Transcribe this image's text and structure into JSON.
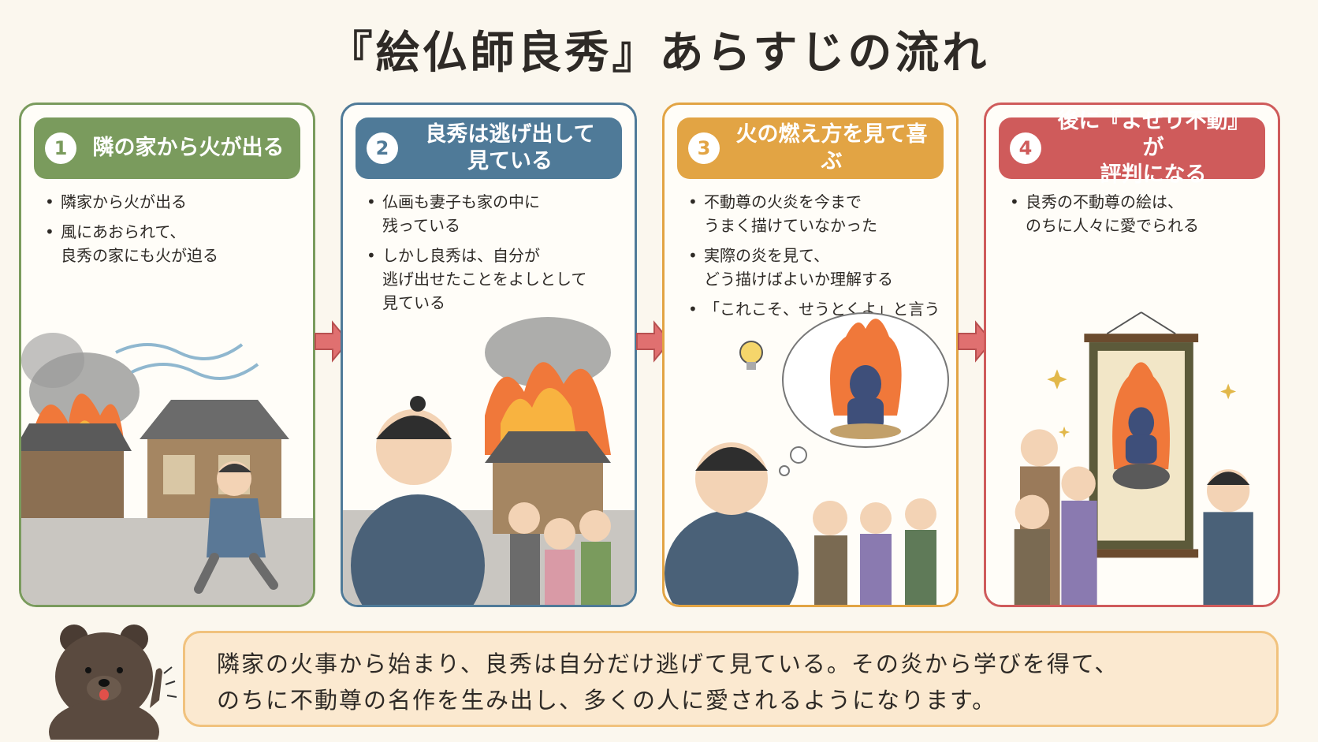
{
  "title": "『絵仏師良秀』あらすじの流れ",
  "colors": {
    "panel1": "#7a9b5d",
    "panel2": "#4f7a98",
    "panel3": "#e2a444",
    "panel4": "#cf5b5b",
    "arrow": "#e07070",
    "summary_bg": "#fbe9d0",
    "summary_border": "#f1c27d"
  },
  "panels": [
    {
      "number": "1",
      "heading": "隣の家から火が出る",
      "bullets": [
        "隣家から火が出る",
        "風にあおられて、\n良秀の家にも火が迫る"
      ],
      "illustration": "burning-house-running-man"
    },
    {
      "number": "2",
      "heading": "良秀は逃げ出して\n見ている",
      "bullets": [
        "仏画も妻子も家の中に\n残っている",
        "しかし良秀は、自分が\n逃げ出せたことをよしとして\n見ている"
      ],
      "illustration": "man-watching-fire-with-family"
    },
    {
      "number": "3",
      "heading": "火の燃え方を見て喜ぶ",
      "bullets": [
        "不動尊の火炎を今まで\nうまく描けていなかった",
        "実際の炎を見て、\nどう描けばよいか理解する",
        "「これこそ、せうとくよ」と言う"
      ],
      "illustration": "man-imagining-fudo-myoo"
    },
    {
      "number": "4",
      "heading": "後に『よぜり不動』が\n評判になる",
      "bullets": [
        "良秀の不動尊の絵は、\nのちに人々に愛でられる"
      ],
      "illustration": "people-admiring-scroll"
    }
  ],
  "summary": {
    "line1": "隣家の火事から始まり、良秀は自分だけ逃げて見ている。その炎から学びを得て、",
    "line2": "のちに不動尊の名作を生み出し、多くの人に愛されるようになります。"
  },
  "icons": {
    "arrow": "right-arrow-icon",
    "bear": "bear-mascot-icon",
    "lightbulb": "lightbulb-icon",
    "sparkle": "sparkle-icon"
  }
}
